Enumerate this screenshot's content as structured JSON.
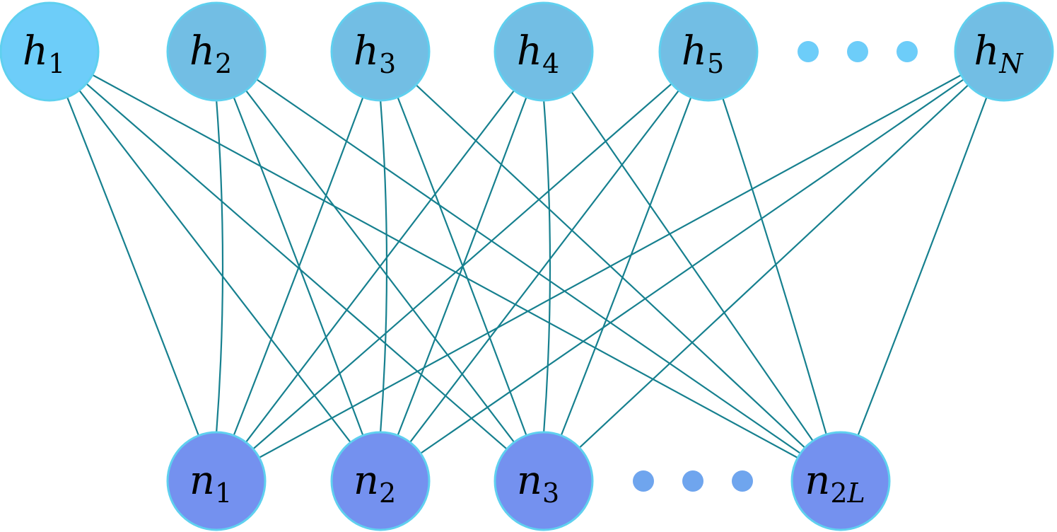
{
  "colors": {
    "edge": "#16808f",
    "node_stroke": "#5fd0ef",
    "hidden_first": "#6dcdf9",
    "hidden": "#72bee4",
    "visible": "#7491ef",
    "hidden_dots": "#6dcdf9",
    "visible_dots": "#6fa5ee"
  },
  "hidden_nodes": [
    {
      "id": "h1",
      "base": "h",
      "sub": "1"
    },
    {
      "id": "h2",
      "base": "h",
      "sub": "2"
    },
    {
      "id": "h3",
      "base": "h",
      "sub": "3"
    },
    {
      "id": "h4",
      "base": "h",
      "sub": "4"
    },
    {
      "id": "h5",
      "base": "h",
      "sub": "5"
    },
    {
      "id": "hN",
      "base": "h",
      "sub": "N"
    }
  ],
  "visible_nodes": [
    {
      "id": "n1",
      "base": "n",
      "sub": "1"
    },
    {
      "id": "n2",
      "base": "n",
      "sub": "2"
    },
    {
      "id": "n3",
      "base": "n",
      "sub": "3"
    },
    {
      "id": "n2L",
      "base": "n",
      "sub": "2L"
    }
  ],
  "edges": [
    [
      "h1",
      "n1"
    ],
    [
      "h1",
      "n2"
    ],
    [
      "h1",
      "n3"
    ],
    [
      "h1",
      "n2L"
    ],
    [
      "h2",
      "n1"
    ],
    [
      "h2",
      "n2"
    ],
    [
      "h2",
      "n3"
    ],
    [
      "h2",
      "n2L"
    ],
    [
      "h3",
      "n1"
    ],
    [
      "h3",
      "n2"
    ],
    [
      "h3",
      "n3"
    ],
    [
      "h3",
      "n2L"
    ],
    [
      "h4",
      "n1"
    ],
    [
      "h4",
      "n2"
    ],
    [
      "h4",
      "n3"
    ],
    [
      "h4",
      "n2L"
    ],
    [
      "h5",
      "n1"
    ],
    [
      "h5",
      "n2"
    ],
    [
      "h5",
      "n3"
    ],
    [
      "h5",
      "n2L"
    ],
    [
      "hN",
      "n1"
    ],
    [
      "hN",
      "n2"
    ],
    [
      "hN",
      "n3"
    ],
    [
      "hN",
      "n2L"
    ]
  ]
}
